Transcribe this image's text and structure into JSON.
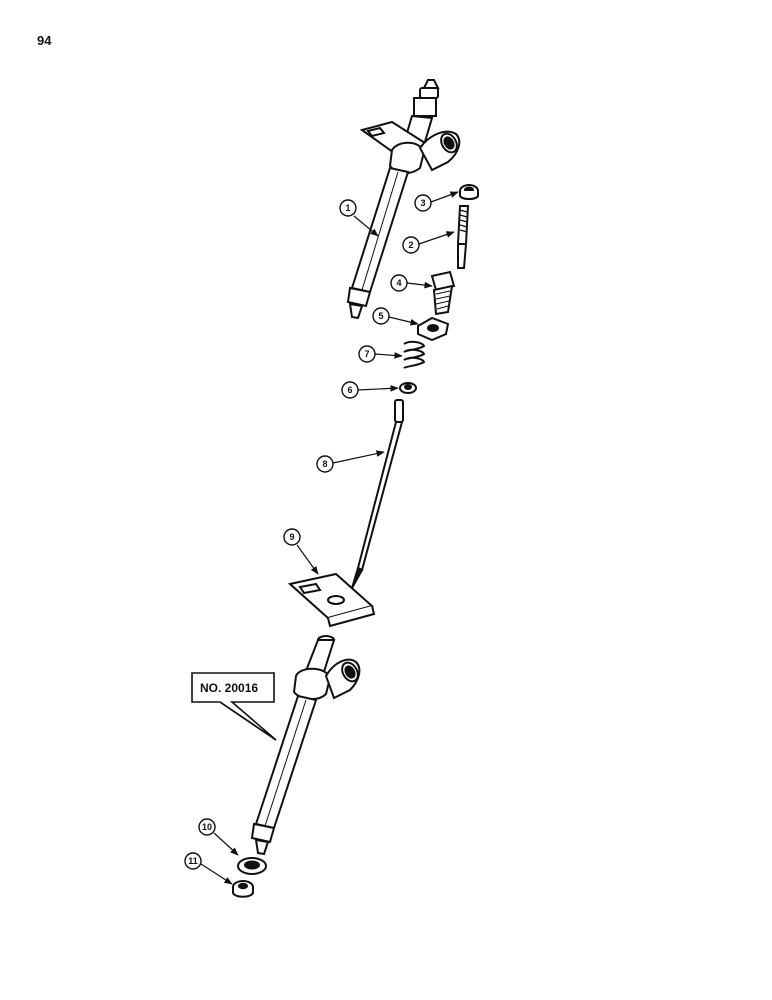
{
  "page": {
    "number": "94"
  },
  "callout": {
    "text": "NO. 20016"
  },
  "parts": [
    {
      "ref": "1"
    },
    {
      "ref": "2"
    },
    {
      "ref": "3"
    },
    {
      "ref": "4"
    },
    {
      "ref": "5"
    },
    {
      "ref": "6"
    },
    {
      "ref": "7"
    },
    {
      "ref": "8"
    },
    {
      "ref": "9"
    },
    {
      "ref": "10"
    },
    {
      "ref": "11"
    }
  ]
}
